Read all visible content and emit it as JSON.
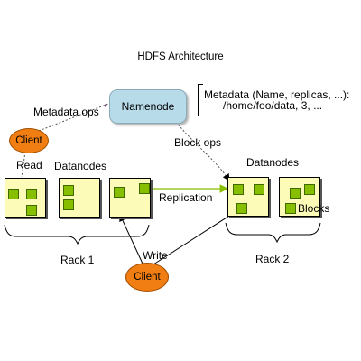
{
  "title": "HDFS Architecture",
  "namenode": {
    "label": "Namenode"
  },
  "metadata": {
    "line1": "Metadata (Name, replicas, ...):",
    "line2": "/home/foo/data, 3, ..."
  },
  "labels": {
    "metadata_ops": "Metadata ops",
    "block_ops": "Block ops",
    "read": "Read",
    "datanodes_left": "Datanodes",
    "datanodes_right": "Datanodes",
    "replication": "Replication",
    "write": "Write",
    "blocks": "Blocks",
    "rack1": "Rack 1",
    "rack2": "Rack 2"
  },
  "clients": {
    "top": "Client",
    "bottom": "Client"
  },
  "colors": {
    "namenode_fill": "#b8dbea",
    "client_fill": "#f07e13",
    "datanode_fill": "#fcfcb8",
    "block_fill": "#87be00"
  }
}
